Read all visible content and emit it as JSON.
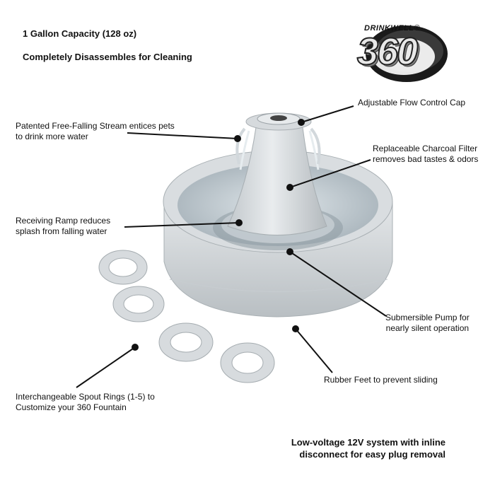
{
  "headings": {
    "capacity": "1 Gallon Capacity (128 oz)",
    "disassembles": "Completely Disassembles for Cleaning"
  },
  "logo": {
    "brand": "DRINKWELL®",
    "model": "360"
  },
  "callouts": {
    "flow_cap": "Adjustable Flow Control Cap",
    "stream_line1": "Patented Free-Falling Stream entices pets",
    "stream_line2": "to drink more water",
    "filter_line1": "Replaceable Charcoal Filter",
    "filter_line2": "removes bad tastes & odors",
    "ramp_line1": "Receiving Ramp reduces",
    "ramp_line2": "splash from falling water",
    "pump_line1": "Submersible Pump for",
    "pump_line2": "nearly silent operation",
    "feet": "Rubber Feet to prevent sliding",
    "rings_line1": "Interchangeable Spout Rings (1-5) to",
    "rings_line2": "Customize your 360 Fountain"
  },
  "footer": {
    "line1": "Low-voltage 12V system with inline",
    "line2": "disconnect for easy plug removal"
  },
  "colors": {
    "body": "#dfe3e5",
    "body_shade": "#b8bec2",
    "water": "#c8d2d8",
    "text": "#111111"
  },
  "icons": {
    "spout_rings": "ring-icon",
    "product": "fountain-illustration"
  }
}
